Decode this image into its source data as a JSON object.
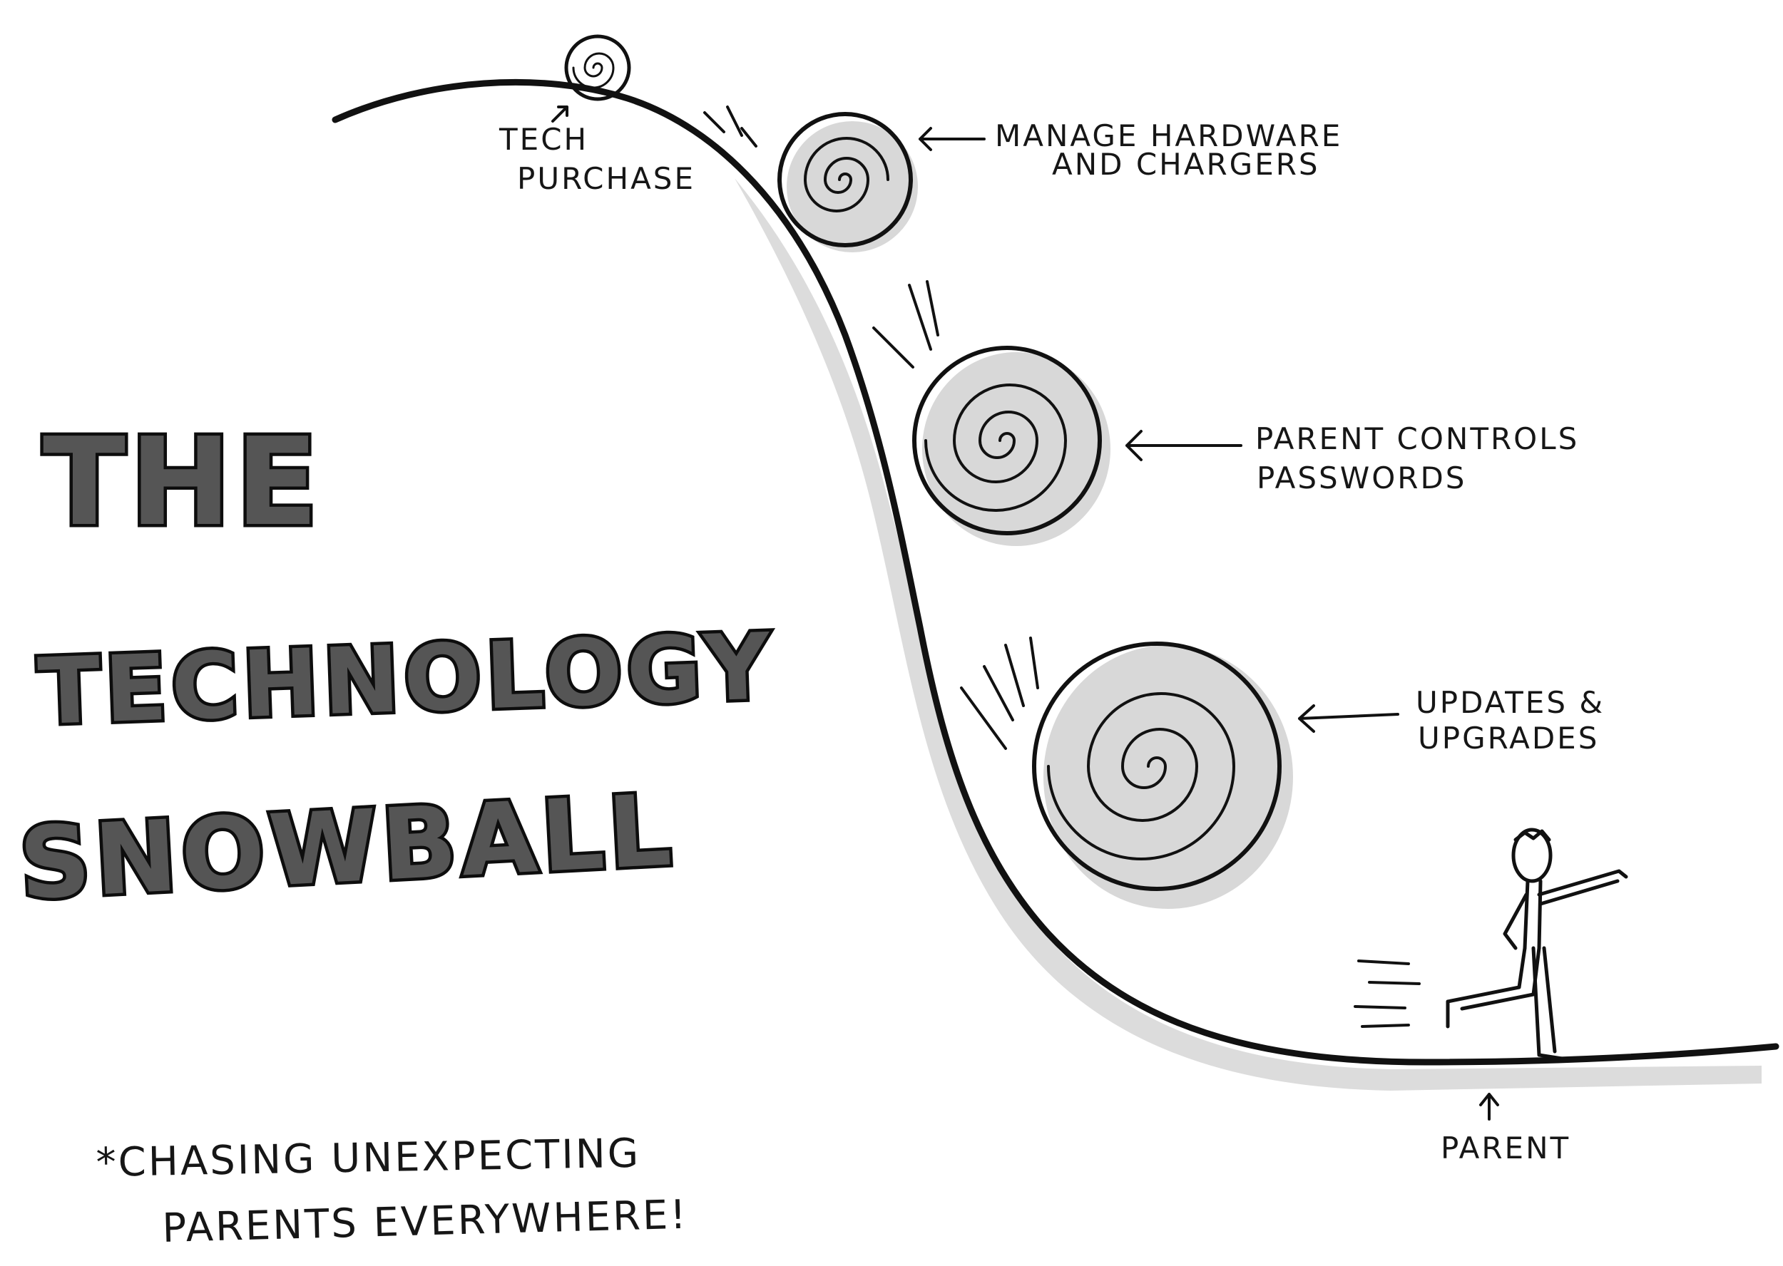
{
  "title": {
    "line1": "THE",
    "line2": "TECHNOLOGY",
    "line3": "SNOWBALL"
  },
  "footnote": {
    "line1": "*CHASING UNEXPECTING",
    "line2": "PARENTS EVERYWHERE!"
  },
  "labels": {
    "tech_purchase_1": "TECH",
    "tech_purchase_2": "PURCHASE",
    "hardware_1": "MANAGE HARDWARE",
    "hardware_2": "AND CHARGERS",
    "controls_1": "PARENT CONTROLS",
    "controls_2": "PASSWORDS",
    "updates_1": "UPDATES &",
    "updates_2": "UPGRADES",
    "parent": "PARENT"
  }
}
